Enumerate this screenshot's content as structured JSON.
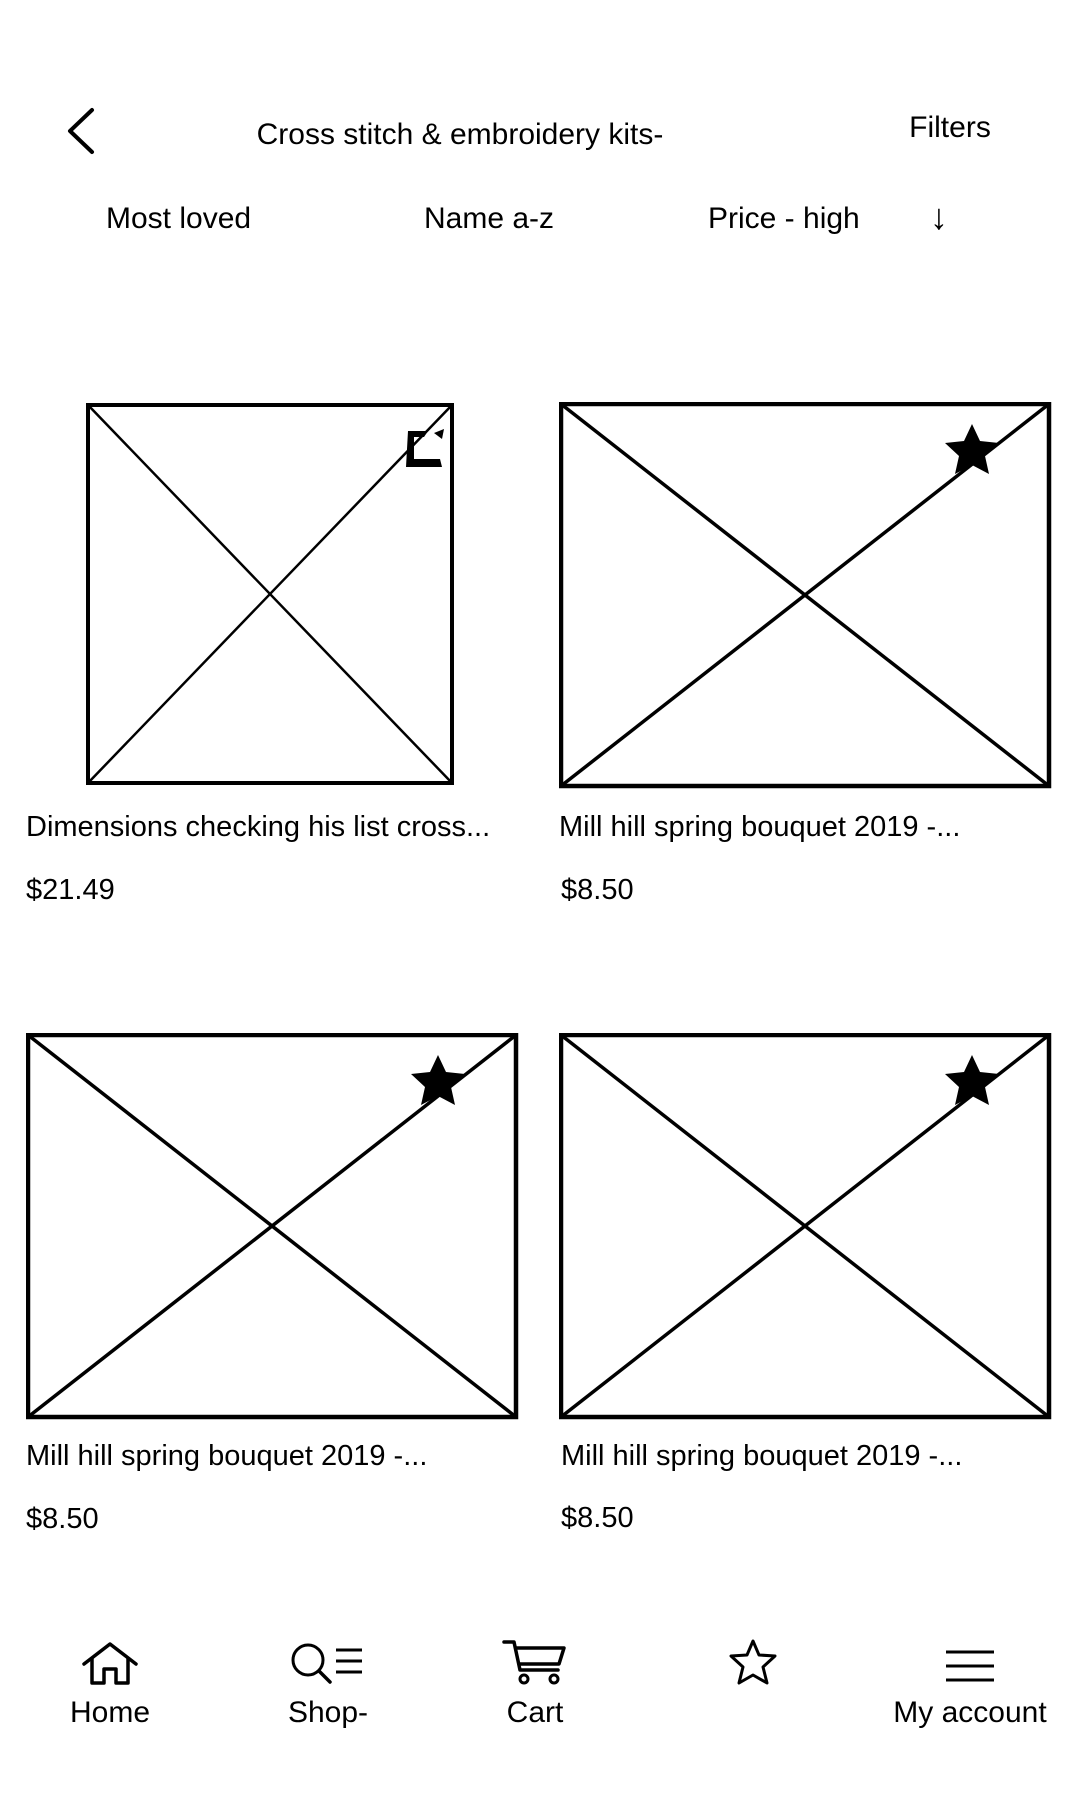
{
  "header": {
    "title": "Cross stitch & embroidery kits-",
    "filters_label": "Filters"
  },
  "sort": {
    "options": [
      "Most loved",
      "Name a-z",
      "Price - high"
    ],
    "direction_symbol": "↓"
  },
  "products": [
    {
      "title": "Dimensions checking his list cross...",
      "price": "$21.49"
    },
    {
      "title": "Mill hill spring bouquet 2019 -...",
      "price": "$8.50"
    },
    {
      "title": "Mill hill spring bouquet 2019 -...",
      "price": "$8.50"
    },
    {
      "title": "Mill hill spring bouquet 2019 -...",
      "price": "$8.50"
    }
  ],
  "nav": {
    "items": [
      {
        "label": "Home",
        "icon": "home-icon"
      },
      {
        "label": "Shop-",
        "icon": "search-list-icon"
      },
      {
        "label": "Cart",
        "icon": "cart-icon"
      },
      {
        "label": "",
        "icon": "star-outline-icon"
      },
      {
        "label": "My account",
        "icon": "menu-icon"
      }
    ]
  }
}
